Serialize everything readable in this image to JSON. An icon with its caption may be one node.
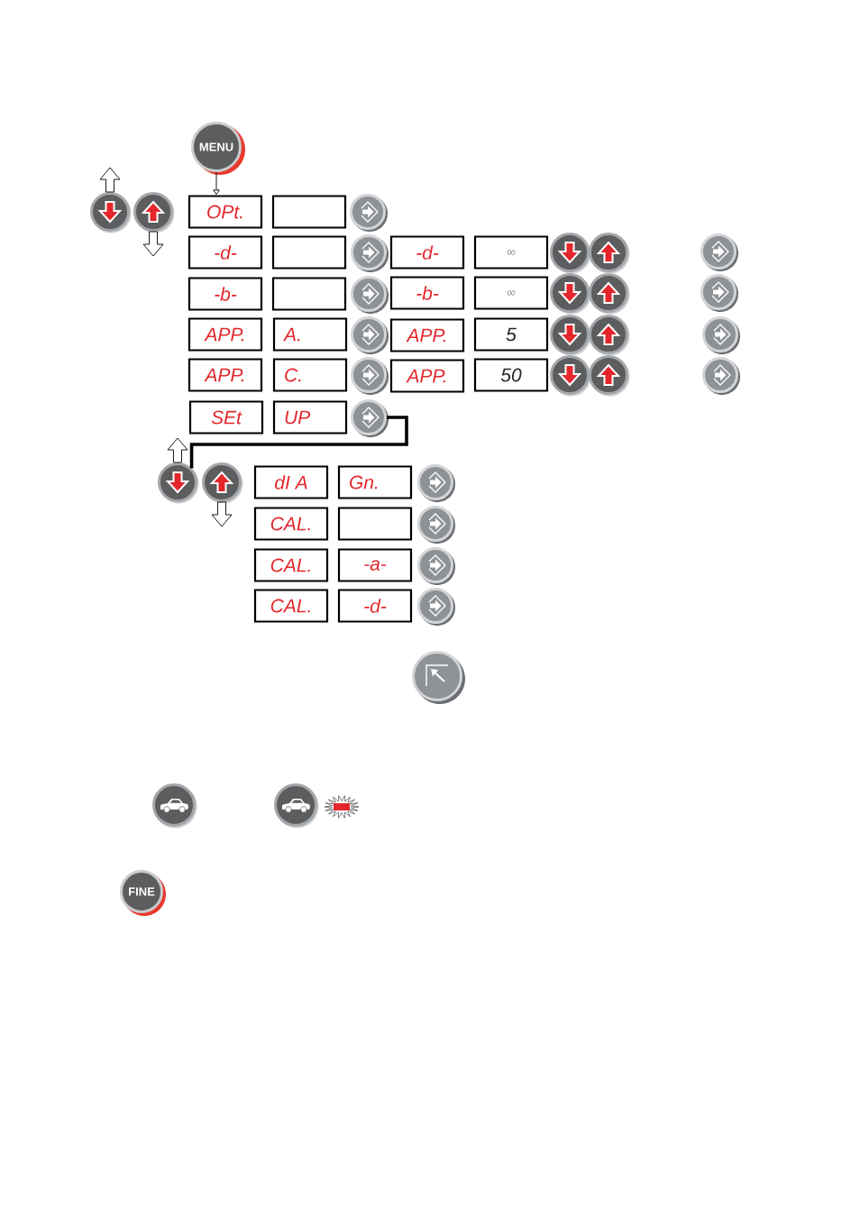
{
  "diagram": {
    "nodes": [
      {
        "text": [
          "MENU"
        ]
      },
      {
        "text": [],
        "shape": "circle"
      },
      {
        "text": [],
        "shape": "circle"
      },
      {
        "text": [
          "OPt."
        ]
      },
      {
        "text": [],
        "shape": "box"
      },
      {
        "text": [],
        "shape": "circle"
      },
      {
        "text": [
          "-d-"
        ]
      },
      {
        "text": [],
        "shape": "box"
      },
      {
        "text": [],
        "shape": "circle"
      },
      {
        "text": [
          "-d-"
        ]
      },
      {
        "text": [
          "00"
        ]
      },
      {
        "text": [],
        "shape": "circle"
      },
      {
        "text": [],
        "shape": "circle"
      },
      {
        "text": [],
        "shape": "circle"
      },
      {
        "text": [
          "-b-"
        ]
      },
      {
        "text": [],
        "shape": "box"
      },
      {
        "text": [],
        "shape": "circle"
      },
      {
        "text": [
          "-b-"
        ]
      },
      {
        "text": [
          "00"
        ]
      },
      {
        "text": [],
        "shape": "circle"
      },
      {
        "text": [],
        "shape": "circle"
      },
      {
        "text": [],
        "shape": "circle"
      },
      {
        "text": [
          "APP."
        ]
      },
      {
        "text": [
          "A."
        ]
      },
      {
        "text": [],
        "shape": "circle"
      },
      {
        "text": [
          "APP."
        ]
      },
      {
        "text": [
          "5"
        ]
      },
      {
        "text": [],
        "shape": "circle"
      },
      {
        "text": [],
        "shape": "circle"
      },
      {
        "text": [],
        "shape": "circle"
      },
      {
        "text": [
          "APP."
        ]
      },
      {
        "text": [
          "C."
        ]
      },
      {
        "text": [],
        "shape": "circle"
      },
      {
        "text": [
          "APP."
        ]
      },
      {
        "text": [
          "50"
        ]
      },
      {
        "text": [],
        "shape": "circle"
      },
      {
        "text": [],
        "shape": "circle"
      },
      {
        "text": [],
        "shape": "circle"
      },
      {
        "text": [
          "SEt"
        ]
      },
      {
        "text": [
          "UP"
        ]
      },
      {
        "text": [],
        "shape": "circle"
      },
      {
        "text": [],
        "shape": "circle"
      },
      {
        "text": [],
        "shape": "circle"
      },
      {
        "text": [
          "dI A"
        ]
      },
      {
        "text": [
          "Gn."
        ]
      },
      {
        "text": [],
        "shape": "circle"
      },
      {
        "text": [
          "CAL."
        ]
      },
      {
        "text": [],
        "shape": "box"
      },
      {
        "text": [],
        "shape": "circle"
      },
      {
        "text": [
          "CAL."
        ]
      },
      {
        "text": [
          "-a-"
        ]
      },
      {
        "text": [],
        "shape": "circle"
      },
      {
        "text": [
          "CAL."
        ]
      },
      {
        "text": [
          "-d-"
        ]
      },
      {
        "text": [],
        "shape": "circle"
      },
      {
        "text": [],
        "shape": "circle"
      },
      {
        "text": [],
        "shape": "circle"
      },
      {
        "text": [],
        "shape": "circle"
      },
      {
        "text": [
          "FINE"
        ]
      }
    ],
    "edges": [
      {
        "from": 0,
        "to": 3,
        "arrow": "to"
      },
      {
        "from": 40,
        "to": 41,
        "arrow": "none",
        "style": "thick"
      },
      {
        "from": 1,
        "to": null,
        "arrow": "to"
      },
      {
        "from": 2,
        "to": null,
        "arrow": "to"
      },
      {
        "from": 41,
        "to": null,
        "arrow": "to"
      },
      {
        "from": 42,
        "to": null,
        "arrow": "to"
      }
    ]
  }
}
